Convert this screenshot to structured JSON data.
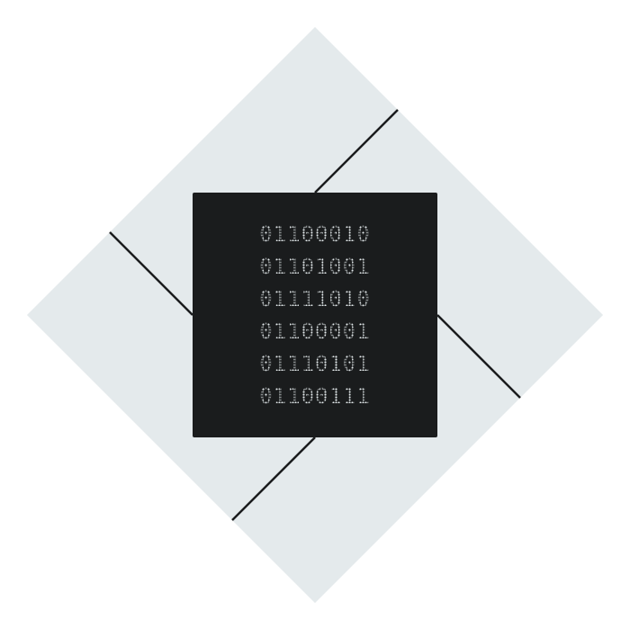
{
  "colors": {
    "diamond_fill": "#e4eaec",
    "panel_fill": "#1a1c1d",
    "line_color": "#1a1c1d",
    "digit_color": "#e4eaec"
  },
  "binary_lines": [
    "01100010",
    "01101001",
    "01111010",
    "01100001",
    "01110101",
    "01100111"
  ]
}
